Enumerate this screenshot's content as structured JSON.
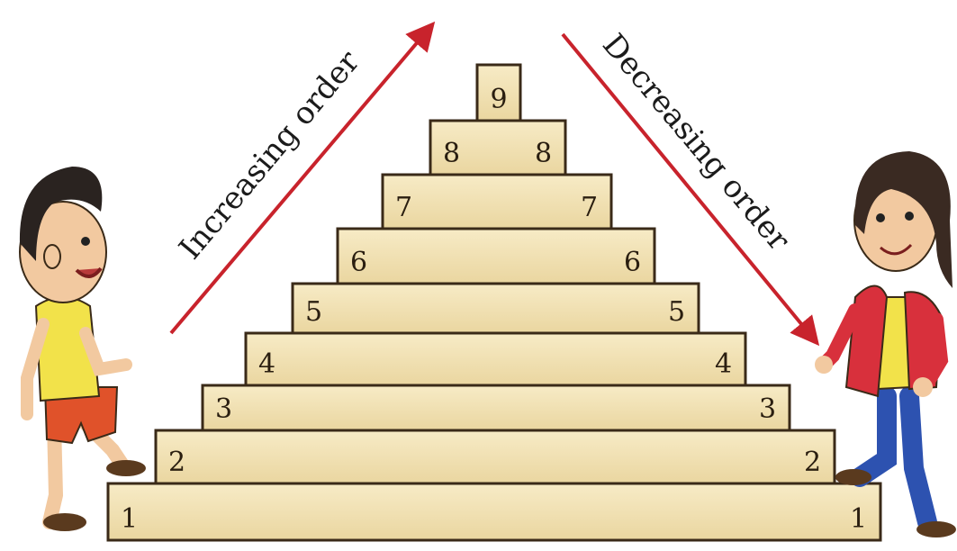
{
  "labels": {
    "increasing": "Increasing order",
    "decreasing": "Decreasing order"
  },
  "steps": [
    {
      "left": "1",
      "right": "1"
    },
    {
      "left": "2",
      "right": "2"
    },
    {
      "left": "3",
      "right": "3"
    },
    {
      "left": "4",
      "right": "4"
    },
    {
      "left": "5",
      "right": "5"
    },
    {
      "left": "6",
      "right": "6"
    },
    {
      "left": "7",
      "right": "7"
    },
    {
      "left": "8",
      "right": "8"
    },
    {
      "left": "9"
    }
  ],
  "colors": {
    "arrow": "#c8232c",
    "step_fill": "#f3e3b4",
    "step_edge": "#3a2a18"
  },
  "characters": [
    "boy",
    "girl"
  ]
}
